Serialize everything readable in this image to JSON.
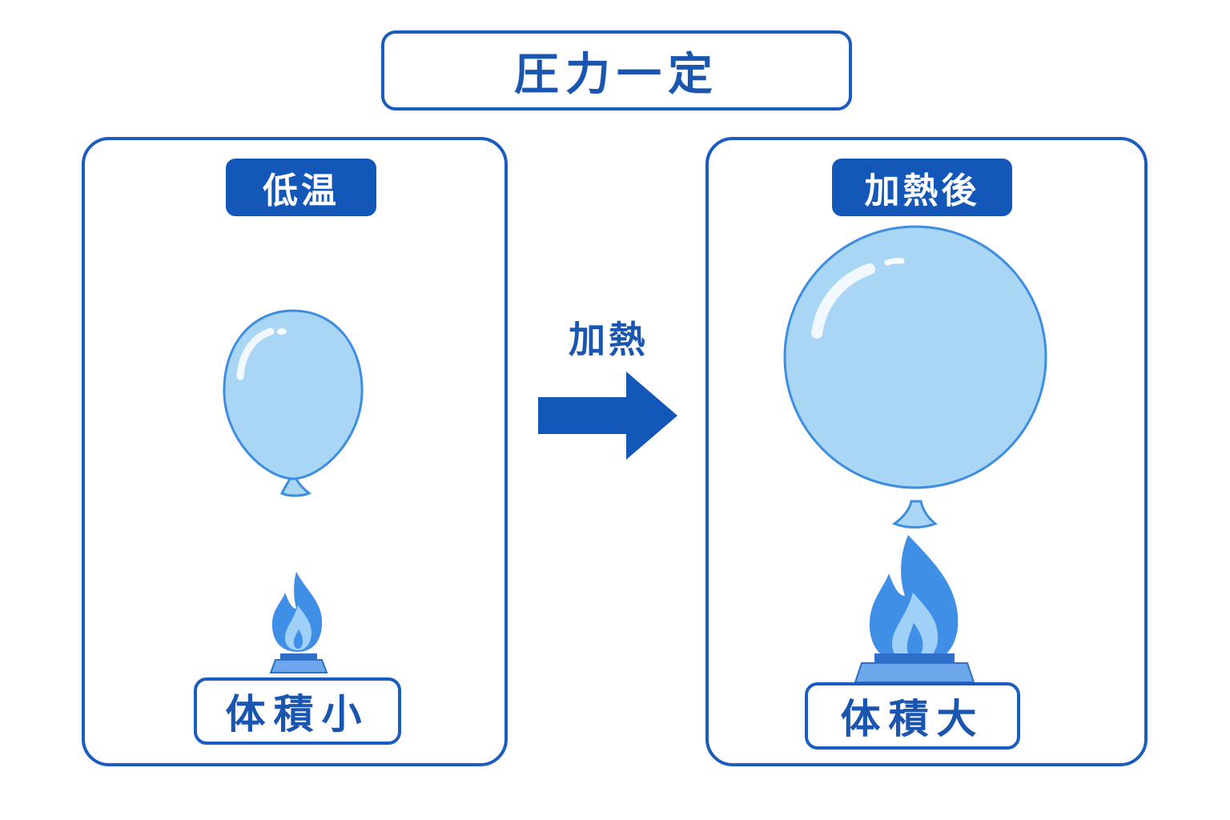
{
  "title": "圧力一定",
  "left_panel": {
    "header": "低温",
    "volume_label": "体積小"
  },
  "right_panel": {
    "header": "加熱後",
    "volume_label": "体積大"
  },
  "arrow_label": "加熱",
  "colors": {
    "border_blue": "#1a5cbf",
    "text_blue": "#1a56b0",
    "badge_blue": "#1357b8",
    "balloon_fill": "#a9d6f5",
    "balloon_stroke": "#3d8de0",
    "flame_outer": "#3f8fe6",
    "flame_inner": "#9fd0f7",
    "burner": "#2f6fc9"
  },
  "icons": [
    "balloon-small-icon",
    "balloon-large-icon",
    "flame-small-icon",
    "flame-large-icon",
    "burner-small-icon",
    "burner-large-icon",
    "right-arrow-icon"
  ]
}
